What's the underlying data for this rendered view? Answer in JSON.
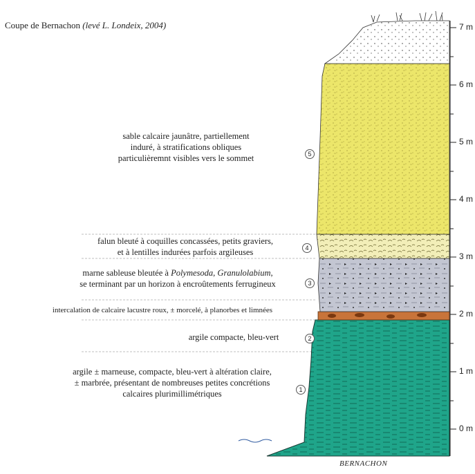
{
  "title": {
    "main": "Coupe de Bernachon",
    "credit": "(levé L. Londeix, 2004)"
  },
  "scale": {
    "ticks": [
      "0 m",
      "1 m",
      "2 m",
      "3 m",
      "4 m",
      "5 m",
      "6 m",
      "7 m"
    ]
  },
  "units": [
    {
      "number": "5",
      "lines": [
        "sable calcaire jaunâtre, partiellement",
        "induré, à stratifications obliques",
        "particulièremnt visibles vers le sommet"
      ]
    },
    {
      "number": "4",
      "lines": [
        "falun bleuté à coquilles concassées, petits graviers,",
        "et à lentilles indurées parfois argileuses"
      ]
    },
    {
      "number": "3",
      "line1_pre": "marne sableuse bleutée à ",
      "line1_taxon1": "Polymesoda",
      "line1_sep": ", ",
      "line1_taxon2": "Granulolabium",
      "line1_post": ",",
      "line2": "se terminant par un horizon à encroûtements ferrugineux"
    },
    {
      "number": "",
      "lines": [
        "intercalation de calcaire lacustre roux, ± morcelé, à planorbes et limnées"
      ]
    },
    {
      "number": "2",
      "lines": [
        "argile compacte, bleu-vert"
      ]
    },
    {
      "number": "1",
      "lines": [
        "argile ± marneuse, compacte, bleu-vert à altération claire,",
        "± marbrée, présentant de nombreuses petites concrétions",
        "calcaires plurimillimétriques"
      ]
    }
  ],
  "caption": "BERNACHON",
  "colors": {
    "clay": "#1fa58a",
    "sand": "#ece66a",
    "falun": "#f2eeb8",
    "marl": "#c3c6d2",
    "limestone": "#c8743a",
    "topsoil": "#ffffff"
  }
}
